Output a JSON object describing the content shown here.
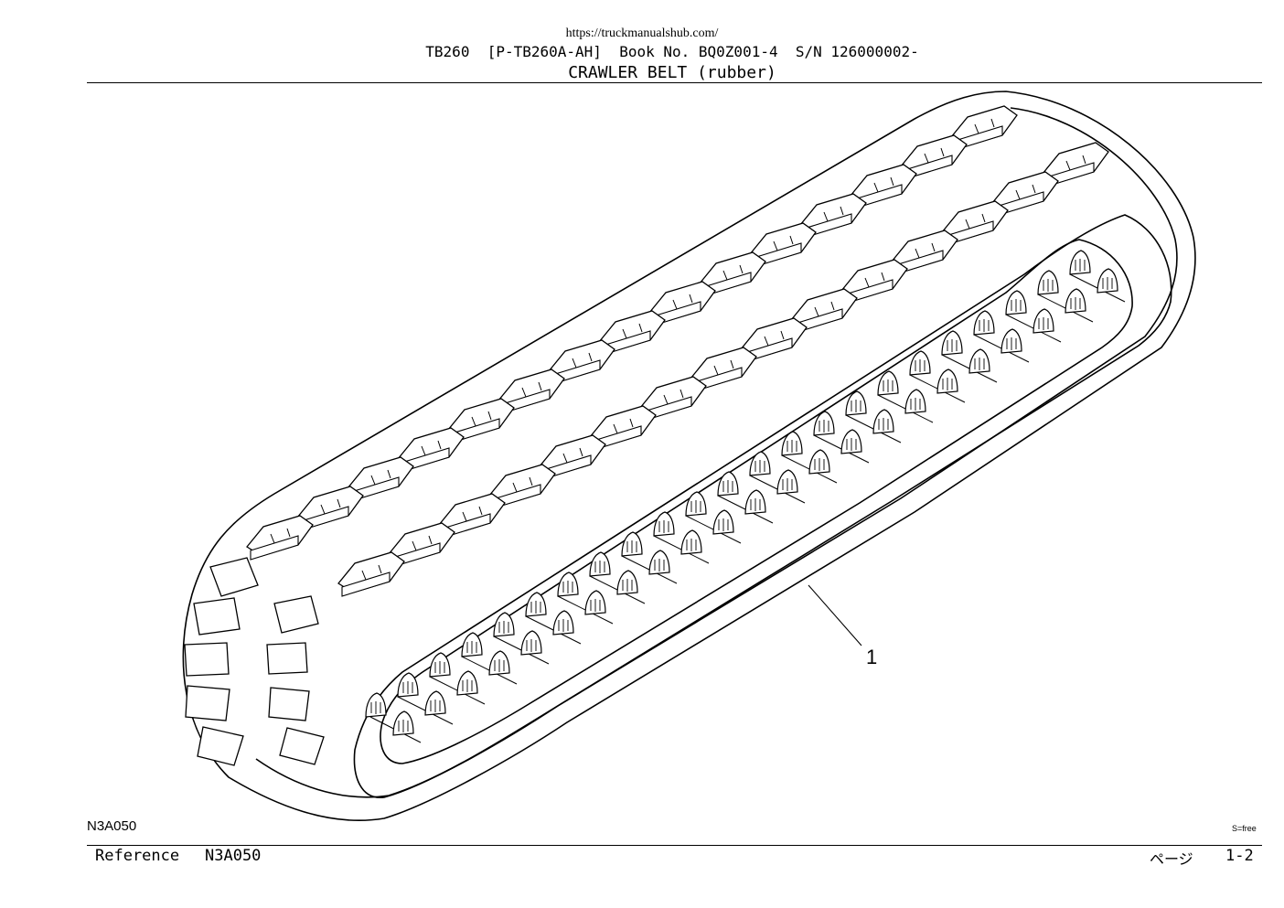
{
  "header": {
    "url": "https://truckmanualshub.com/",
    "title_line": "TB260  [P-TB260A-AH]  Book No. BQ0Z001-4  S/N 126000002-",
    "part_title": "CRAWLER BELT (rubber)"
  },
  "diagram": {
    "callouts": [
      {
        "label": "1"
      }
    ],
    "figure_code": "N3A050",
    "scale": "S=free"
  },
  "footer": {
    "reference_label": "Reference",
    "reference_value": "N3A050",
    "page_label": "ページ",
    "page_number": "1-2"
  }
}
